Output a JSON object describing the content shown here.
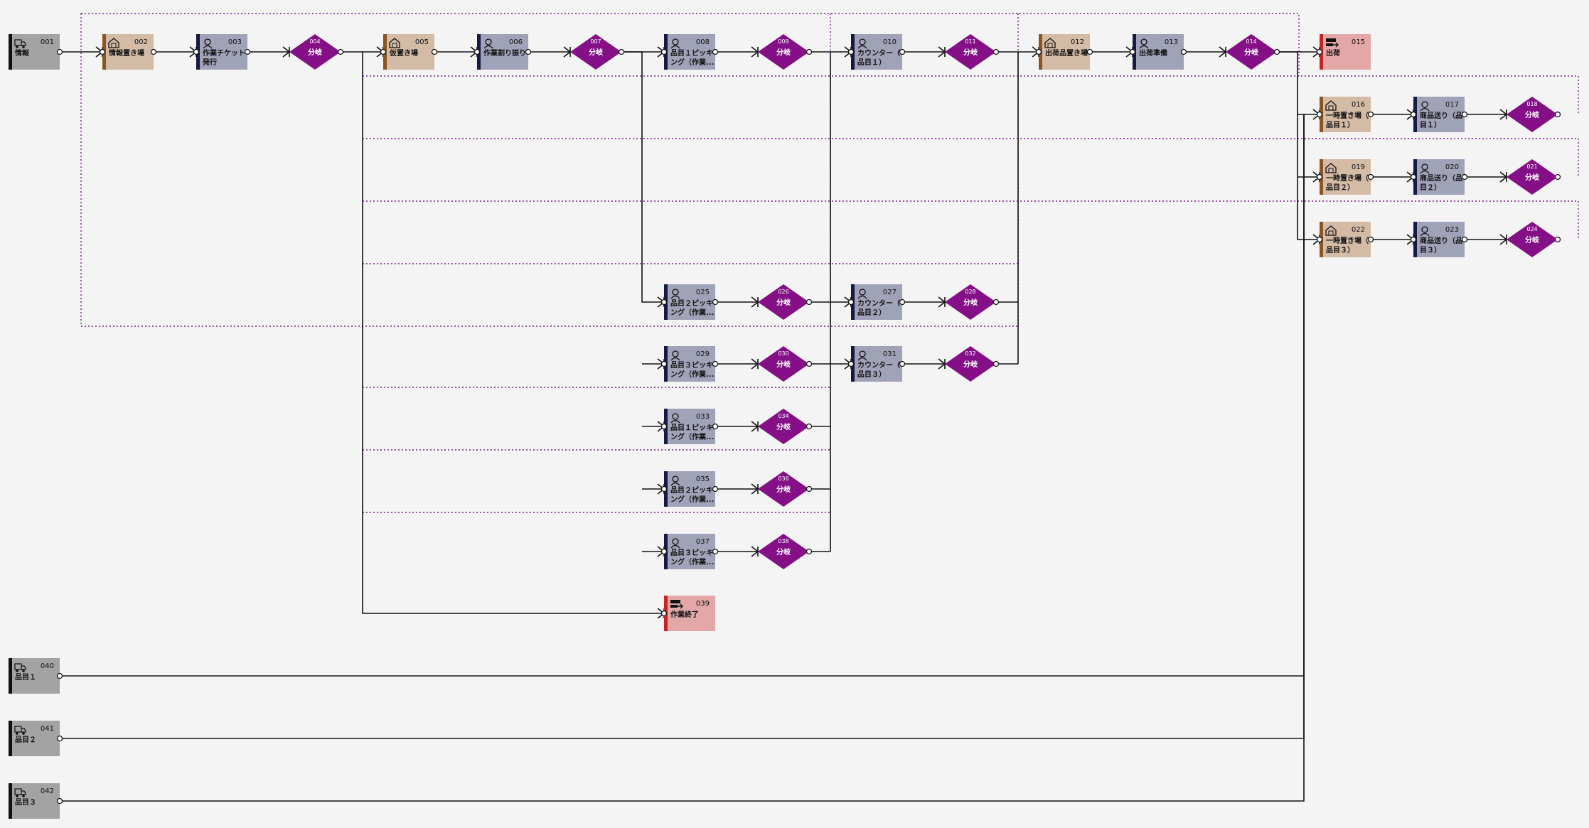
{
  "colors": {
    "info": "#a3a3a3",
    "location": "#d4bba5",
    "work": "#a0a3b8",
    "end": "#e3a7a7",
    "branch": "#840f87",
    "stripe_location": "#8a5424",
    "stripe_work": "#141a42",
    "stripe_end": "#c42525",
    "stripe_info": "#111111",
    "line": "#111111",
    "dotted": "#7a1a8c"
  },
  "nodes": [
    {
      "id": "001",
      "label": "情報",
      "kind": "info",
      "icon": "truck-icon"
    },
    {
      "id": "002",
      "label": "情報置き場",
      "kind": "location",
      "icon": "warehouse-icon"
    },
    {
      "id": "003",
      "label": "作業チケット\n発行",
      "kind": "work",
      "icon": "worker-icon"
    },
    {
      "id": "004",
      "label": "分岐",
      "kind": "branch"
    },
    {
      "id": "005",
      "label": "仮置き場",
      "kind": "location",
      "icon": "warehouse-icon"
    },
    {
      "id": "006",
      "label": "作業割り振り",
      "kind": "work",
      "icon": "worker-icon"
    },
    {
      "id": "007",
      "label": "分岐",
      "kind": "branch"
    },
    {
      "id": "008",
      "label": "品目１ピッキ\nング（作業...",
      "kind": "work",
      "icon": "worker-icon"
    },
    {
      "id": "009",
      "label": "分岐",
      "kind": "branch"
    },
    {
      "id": "010",
      "label": "カウンター（\n品目１）",
      "kind": "work",
      "icon": "worker-icon"
    },
    {
      "id": "011",
      "label": "分岐",
      "kind": "branch"
    },
    {
      "id": "012",
      "label": "出荷品置き場",
      "kind": "location",
      "icon": "warehouse-icon"
    },
    {
      "id": "013",
      "label": "出荷準備",
      "kind": "work",
      "icon": "worker-icon"
    },
    {
      "id": "014",
      "label": "分岐",
      "kind": "branch"
    },
    {
      "id": "015",
      "label": "出荷",
      "kind": "end",
      "icon": "shipping-icon"
    },
    {
      "id": "016",
      "label": "一時置き場（\n品目１）",
      "kind": "location",
      "icon": "warehouse-icon"
    },
    {
      "id": "017",
      "label": "商品送り（品\n目１）",
      "kind": "work",
      "icon": "worker-icon"
    },
    {
      "id": "018",
      "label": "分岐",
      "kind": "branch"
    },
    {
      "id": "019",
      "label": "一時置き場（\n品目２）",
      "kind": "location",
      "icon": "warehouse-icon"
    },
    {
      "id": "020",
      "label": "商品送り（品\n目２）",
      "kind": "work",
      "icon": "worker-icon"
    },
    {
      "id": "021",
      "label": "分岐",
      "kind": "branch"
    },
    {
      "id": "022",
      "label": "一時置き場（\n品目３）",
      "kind": "location",
      "icon": "warehouse-icon"
    },
    {
      "id": "023",
      "label": "商品送り（品\n目３）",
      "kind": "work",
      "icon": "worker-icon"
    },
    {
      "id": "024",
      "label": "分岐",
      "kind": "branch"
    },
    {
      "id": "025",
      "label": "品目２ピッキ\nング（作業...",
      "kind": "work",
      "icon": "worker-icon"
    },
    {
      "id": "026",
      "label": "分岐",
      "kind": "branch"
    },
    {
      "id": "027",
      "label": "カウンター（\n品目２）",
      "kind": "work",
      "icon": "worker-icon"
    },
    {
      "id": "028",
      "label": "分岐",
      "kind": "branch"
    },
    {
      "id": "029",
      "label": "品目３ピッキ\nング（作業...",
      "kind": "work",
      "icon": "worker-icon"
    },
    {
      "id": "030",
      "label": "分岐",
      "kind": "branch"
    },
    {
      "id": "031",
      "label": "カウンター（\n品目３）",
      "kind": "work",
      "icon": "worker-icon"
    },
    {
      "id": "032",
      "label": "分岐",
      "kind": "branch"
    },
    {
      "id": "033",
      "label": "品目１ピッキ\nング（作業...",
      "kind": "work",
      "icon": "worker-icon"
    },
    {
      "id": "034",
      "label": "分岐",
      "kind": "branch"
    },
    {
      "id": "035",
      "label": "品目２ピッキ\nング（作業...",
      "kind": "work",
      "icon": "worker-icon"
    },
    {
      "id": "036",
      "label": "分岐",
      "kind": "branch"
    },
    {
      "id": "037",
      "label": "品目３ピッキ\nング（作業...",
      "kind": "work",
      "icon": "worker-icon"
    },
    {
      "id": "038",
      "label": "分岐",
      "kind": "branch"
    },
    {
      "id": "039",
      "label": "作業終了",
      "kind": "end",
      "icon": "shipping-icon"
    },
    {
      "id": "040",
      "label": "品目１",
      "kind": "info",
      "icon": "truck-icon"
    },
    {
      "id": "041",
      "label": "品目２",
      "kind": "info",
      "icon": "truck-icon"
    },
    {
      "id": "042",
      "label": "品目３",
      "kind": "info",
      "icon": "truck-icon"
    }
  ]
}
